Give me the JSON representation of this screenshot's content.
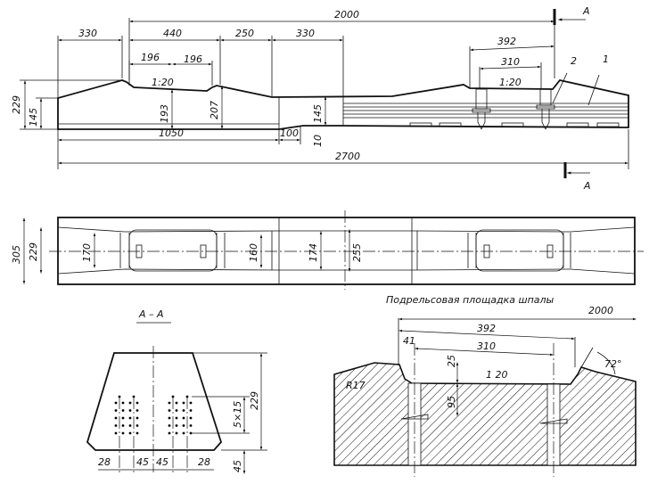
{
  "elevation": {
    "dims": {
      "total_half": "2000",
      "end_taper": "330",
      "rail_seat_zone": "440",
      "mid_slope": "250",
      "center_half": "330",
      "seat_half_left": "196",
      "seat_half_right": "196",
      "slope_left": "1:20",
      "slope_right": "1:20",
      "seat_392": "392",
      "seat_310": "310",
      "height_total": "229",
      "height_end": "145",
      "height_seat": "193",
      "height_shoulder": "207",
      "height_center": "145",
      "bottom_step": "10",
      "base_half": "1050",
      "base_step": "100",
      "total_length": "2700"
    },
    "callouts": {
      "strand": "1",
      "dowel": "2"
    },
    "section_mark": "A"
  },
  "plan": {
    "dims": {
      "width_total": "305",
      "width_end": "229",
      "width_seat": "170",
      "width_neck": "160",
      "width_center": "174",
      "width_center_outer": "255"
    }
  },
  "section": {
    "title": "A – A",
    "dims": {
      "height": "229",
      "pitch": "5×15",
      "bottom_offset": "45",
      "edge_left": "28",
      "inner_left": "45",
      "inner_right": "45",
      "edge_right": "28"
    }
  },
  "detail": {
    "title": "Подрельсовая площадка шпалы",
    "dims": {
      "half_length": "2000",
      "seat_outer": "392",
      "seat_inner": "310",
      "offset": "41",
      "depth_top": "25",
      "depth_dowel": "95",
      "slope": "1 20",
      "radius": "R17",
      "angle": "72°"
    }
  }
}
